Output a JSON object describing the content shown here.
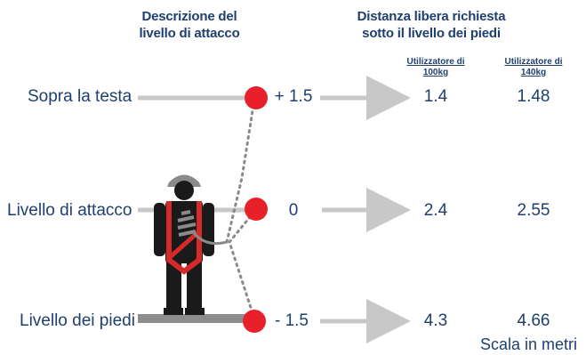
{
  "headers": {
    "left": [
      "Descrizione del",
      "livello di attacco"
    ],
    "right": [
      "Distanza libera richiesta",
      "sotto il livello dei piedi"
    ],
    "user_100": [
      "Utilizzatore di",
      "100kg"
    ],
    "user_140": [
      "Utilizzatore di",
      "140kg"
    ]
  },
  "rows": [
    {
      "label": "Sopra la testa",
      "offset": "+ 1.5",
      "d100": "1.4",
      "d140": "1.48"
    },
    {
      "label": "Livello di attacco",
      "offset": "0",
      "d100": "2.4",
      "d140": "2.55"
    },
    {
      "label": "Livello dei piedi",
      "offset": "- 1.5",
      "d100": "4.3",
      "d140": "4.66"
    }
  ],
  "footer": {
    "scale_note": "Scala in metri"
  },
  "colors": {
    "text": "#1f3f6e",
    "anchor_point": "#e8202a",
    "bar": "#c8c8c8",
    "figure": "#1a1a1a",
    "harness": "#d62a2a",
    "lanyard": "#8a8a8a"
  }
}
